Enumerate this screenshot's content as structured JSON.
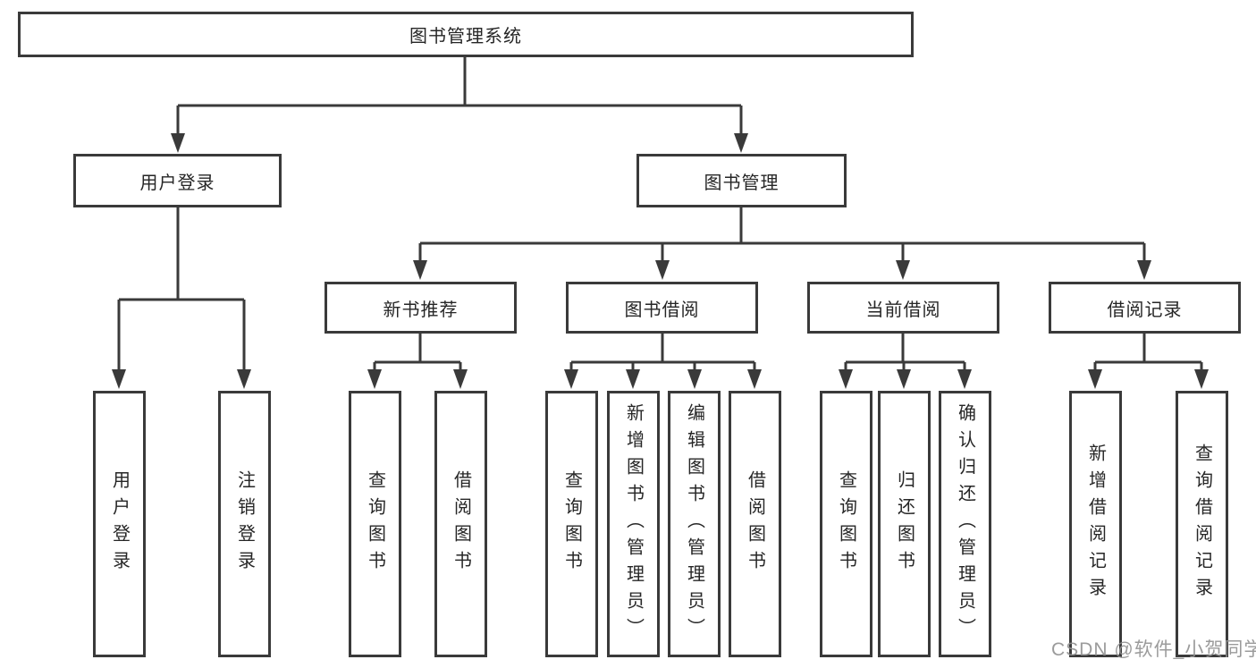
{
  "diagram": {
    "root": {
      "label": "图书管理系统"
    },
    "branches": [
      {
        "label": "用户登录",
        "children": [
          {
            "label": "用户登录"
          },
          {
            "label": "注销登录"
          }
        ]
      },
      {
        "label": "图书管理",
        "children": [
          {
            "label": "新书推荐",
            "children": [
              {
                "label": "查询图书"
              },
              {
                "label": "借阅图书"
              }
            ]
          },
          {
            "label": "图书借阅",
            "children": [
              {
                "label": "查询图书"
              },
              {
                "label": "新增图书（管理员）"
              },
              {
                "label": "编辑图书（管理员）"
              },
              {
                "label": "借阅图书"
              }
            ]
          },
          {
            "label": "当前借阅",
            "children": [
              {
                "label": "查询图书"
              },
              {
                "label": "归还图书"
              },
              {
                "label": "确认归还（管理员）"
              }
            ]
          },
          {
            "label": "借阅记录",
            "children": [
              {
                "label": "新增借阅记录"
              },
              {
                "label": "查询借阅记录"
              }
            ]
          }
        ]
      }
    ]
  },
  "watermark": {
    "text": "CSDN @软件_小贺同学"
  },
  "colors": {
    "line": "#3a3a3a",
    "text": "#262626",
    "watermark": "#919191",
    "background": "#ffffff"
  }
}
